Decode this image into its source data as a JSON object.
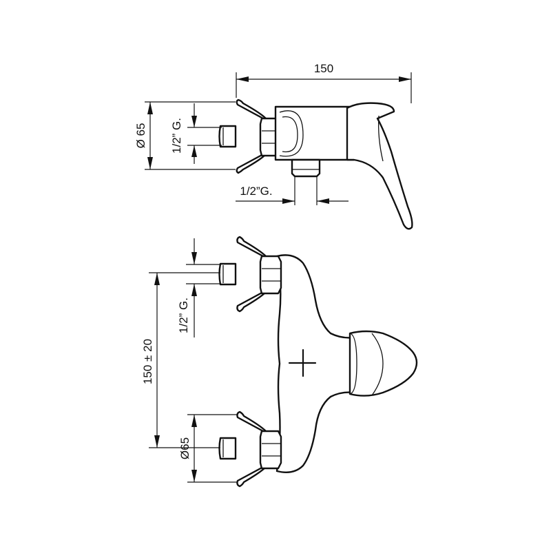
{
  "drawing": {
    "line_color": "#111111",
    "background": "#ffffff",
    "labels": {
      "width_150": "150",
      "diameter_top": "Ø 65",
      "thread_top_vertical": "1/2” G.",
      "thread_outlet": "1/2”G.",
      "thread_front_vertical": "1/2” G.",
      "spacing": "150 ± 20",
      "diameter_front": "Ø65"
    }
  }
}
